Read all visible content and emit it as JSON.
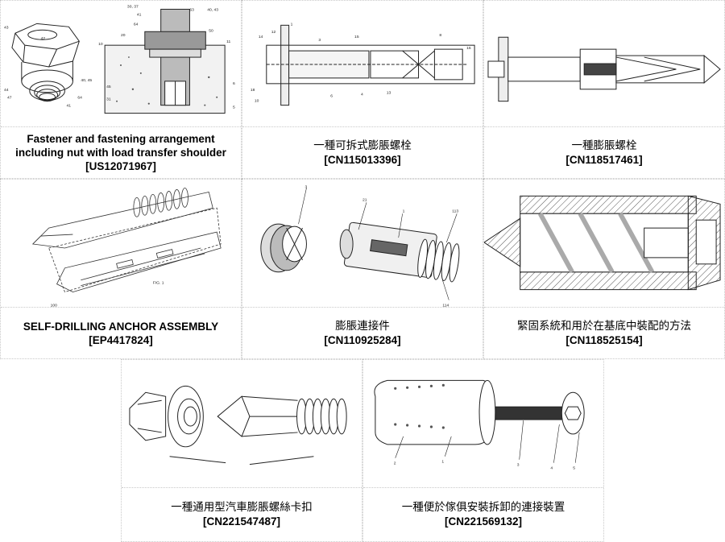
{
  "patents": [
    {
      "title": "Fastener and fastening arrangement including nut with load transfer shoulder",
      "number": "[US12071967]"
    },
    {
      "title": "一種可拆式膨脹螺栓",
      "number": "[CN115013396]"
    },
    {
      "title": "一種膨脹螺栓",
      "number": "[CN118517461]"
    },
    {
      "title": "SELF-DRILLING ANCHOR ASSEMBLY",
      "number": "[EP4417824]"
    },
    {
      "title": "膨脹連接件",
      "number": "[CN110925284]"
    },
    {
      "title": "緊固系統和用於在基底中裝配的方法",
      "number": "[CN118525154]"
    },
    {
      "title": "一種通用型汽車膨脹螺絲卡扣",
      "number": "[CN221547487]"
    },
    {
      "title": "一種便於傢俱安裝拆卸的連接裝置",
      "number": "[CN221569132]"
    }
  ],
  "figure_labels": {
    "p1": [
      "30, 37",
      "63",
      "40, 43",
      "41",
      "64",
      "20",
      "11",
      "50",
      "10",
      "45",
      "6",
      "31",
      "5",
      "43",
      "44",
      "47",
      "64",
      "40, 45",
      "41",
      "42"
    ],
    "p4": [
      "FIG. 1",
      "100"
    ],
    "p5": [
      "3",
      "21",
      "1",
      "113",
      "114"
    ],
    "p8": [
      "2",
      "1",
      "3",
      "4",
      "5"
    ]
  }
}
